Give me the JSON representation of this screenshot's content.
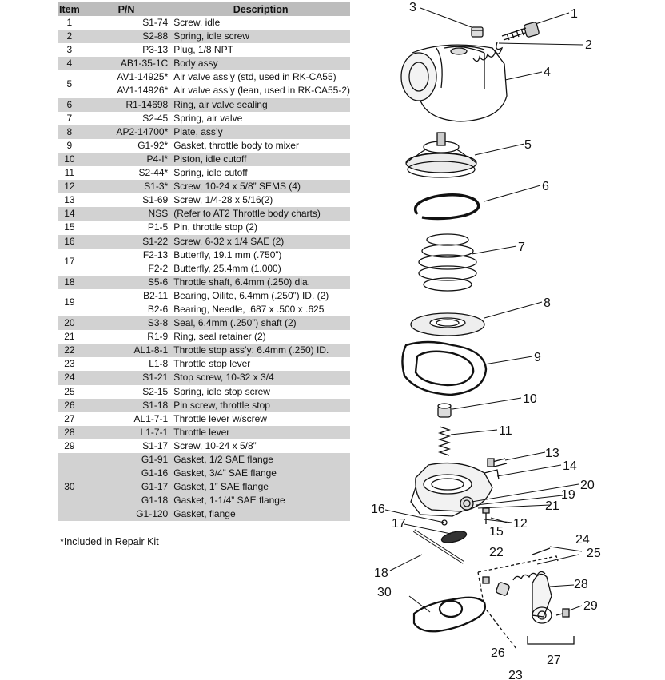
{
  "table": {
    "headers": {
      "item": "Item",
      "pn": "P/N",
      "description": "Description"
    },
    "rows": [
      {
        "item": "1",
        "pn": [
          "S1-74"
        ],
        "desc": [
          "Screw, idle"
        ]
      },
      {
        "item": "2",
        "pn": [
          "S2-88"
        ],
        "desc": [
          "Spring, idle screw"
        ]
      },
      {
        "item": "3",
        "pn": [
          "P3-13"
        ],
        "desc": [
          "Plug, 1/8 NPT"
        ]
      },
      {
        "item": "4",
        "pn": [
          "AB1-35-1C"
        ],
        "desc": [
          "Body assy"
        ]
      },
      {
        "item": "5",
        "pn": [
          "AV1-14925*",
          "AV1-14926*"
        ],
        "desc": [
          "Air valve ass’y (std, used in RK-CA55)",
          "Air valve ass’y (lean, used in RK-CA55-2)"
        ]
      },
      {
        "item": "6",
        "pn": [
          "R1-14698"
        ],
        "desc": [
          "Ring, air valve sealing"
        ]
      },
      {
        "item": "7",
        "pn": [
          "S2-45"
        ],
        "desc": [
          "Spring, air valve"
        ]
      },
      {
        "item": "8",
        "pn": [
          "AP2-14700*"
        ],
        "desc": [
          "Plate, ass’y"
        ]
      },
      {
        "item": "9",
        "pn": [
          "G1-92*"
        ],
        "desc": [
          "Gasket, throttle body to mixer"
        ]
      },
      {
        "item": "10",
        "pn": [
          "P4-I*"
        ],
        "desc": [
          "Piston, idle cutoff"
        ]
      },
      {
        "item": "11",
        "pn": [
          "S2-44*"
        ],
        "desc": [
          "Spring, idle cutoff"
        ]
      },
      {
        "item": "12",
        "pn": [
          "S1-3*"
        ],
        "desc": [
          "Screw, 10-24 x 5/8” SEMS (4)"
        ]
      },
      {
        "item": "13",
        "pn": [
          "S1-69"
        ],
        "desc": [
          "Screw, 1/4-28 x 5/16(2)"
        ]
      },
      {
        "item": "14",
        "pn": [
          "NSS"
        ],
        "desc": [
          "(Refer to AT2 Throttle body charts)"
        ]
      },
      {
        "item": "15",
        "pn": [
          "P1-5"
        ],
        "desc": [
          "Pin, throttle stop (2)"
        ]
      },
      {
        "item": "16",
        "pn": [
          "S1-22"
        ],
        "desc": [
          "Screw, 6-32 x 1/4 SAE (2)"
        ]
      },
      {
        "item": "17",
        "pn": [
          "F2-13",
          "F2-2"
        ],
        "desc": [
          "Butterfly, 19.1 mm (.750”)",
          "Butterfly, 25.4mm (1.000)"
        ]
      },
      {
        "item": "18",
        "pn": [
          "S5-6"
        ],
        "desc": [
          "Throttle shaft, 6.4mm (.250) dia."
        ]
      },
      {
        "item": "19",
        "pn": [
          "B2-11",
          "B2-6"
        ],
        "desc": [
          "Bearing, Oilite, 6.4mm (.250”) ID. (2)",
          "Bearing, Needle, .687 x .500 x .625"
        ]
      },
      {
        "item": "20",
        "pn": [
          "S3-8"
        ],
        "desc": [
          "Seal, 6.4mm (.250”) shaft (2)"
        ]
      },
      {
        "item": "21",
        "pn": [
          "R1-9"
        ],
        "desc": [
          "Ring, seal retainer (2)"
        ]
      },
      {
        "item": "22",
        "pn": [
          "AL1-8-1"
        ],
        "desc": [
          "Throttle stop ass’y: 6.4mm (.250) ID."
        ]
      },
      {
        "item": "23",
        "pn": [
          "L1-8"
        ],
        "desc": [
          "Throttle stop lever"
        ]
      },
      {
        "item": "24",
        "pn": [
          "S1-21"
        ],
        "desc": [
          "Stop screw, 10-32 x 3/4"
        ]
      },
      {
        "item": "25",
        "pn": [
          "S2-15"
        ],
        "desc": [
          "Spring, idle stop screw"
        ]
      },
      {
        "item": "26",
        "pn": [
          "S1-18"
        ],
        "desc": [
          "Pin screw, throttle stop"
        ]
      },
      {
        "item": "27",
        "pn": [
          "AL1-7-1"
        ],
        "desc": [
          "Throttle lever w/screw"
        ]
      },
      {
        "item": "28",
        "pn": [
          "L1-7-1"
        ],
        "desc": [
          "Throttle lever"
        ]
      },
      {
        "item": "29",
        "pn": [
          "S1-17"
        ],
        "desc": [
          "Screw, 10-24 x 5/8”"
        ]
      },
      {
        "item": "30",
        "pn": [
          "G1-91",
          "G1-16",
          "G1-17",
          "G1-18",
          "G1-120"
        ],
        "desc": [
          "Gasket, 1/2 SAE flange",
          "Gasket, 3/4” SAE flange",
          "Gasket, 1” SAE flange",
          "Gasket, 1-1/4” SAE flange",
          "Gasket, flange"
        ]
      }
    ]
  },
  "note": "*Included in Repair Kit",
  "diagram": {
    "callouts": [
      "1",
      "2",
      "3",
      "4",
      "5",
      "6",
      "7",
      "8",
      "9",
      "10",
      "11",
      "12",
      "13",
      "14",
      "15",
      "16",
      "17",
      "18",
      "19",
      "20",
      "21",
      "22",
      "23",
      "24",
      "25",
      "26",
      "27",
      "28",
      "29",
      "30"
    ]
  },
  "colors": {
    "header_bg": "#bdbdbd",
    "shade_bg": "#d2d2d2",
    "line": "#111111"
  }
}
